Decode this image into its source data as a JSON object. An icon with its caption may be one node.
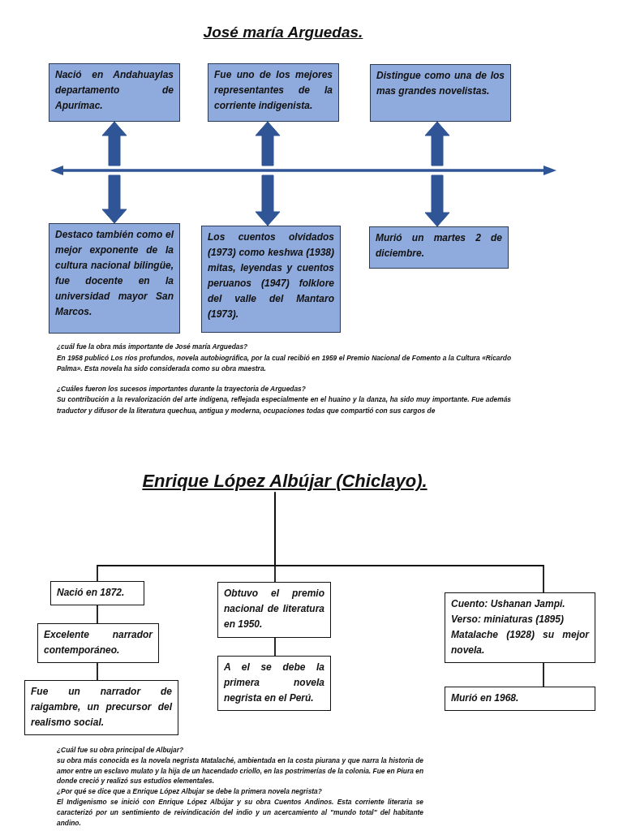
{
  "diagram": {
    "title": "José maría Arguedas.",
    "nodes": [
      {
        "text": [
          "Nació en Andahuaylas departamento de Apurímac."
        ]
      },
      {
        "text": [
          "Fue uno de los mejores representantes de la corriente indigenista."
        ]
      },
      {
        "text": [
          "Distingue como una de los mas grandes novelistas."
        ]
      },
      {
        "text": [],
        "shape": "arrow"
      },
      {
        "text": [
          "Destaco también como el mejor exponente de la cultura nacional bilingüe, fue docente en la universidad mayor San Marcos."
        ]
      },
      {
        "text": [
          "Los cuentos olvidados (1973) como keshwa (1938) mitas, leyendas y cuentos peruanos (1947) folklore del valle del Mantaro (1973)."
        ]
      },
      {
        "text": [
          "Murió un martes 2 de diciembre."
        ]
      },
      {
        "text": [
          "Enrique López Albújar (Chiclayo)."
        ]
      },
      {
        "text": [
          "Nació en 1872."
        ]
      },
      {
        "text": [
          "Excelente narrador contemporáneo."
        ]
      },
      {
        "text": [
          "Fue un narrador de raigambre, un precursor del realismo social."
        ]
      },
      {
        "text": [
          "Obtuvo el premio nacional de literatura en 1950."
        ]
      },
      {
        "text": [
          "A el se debe la primera novela negrista en el Perú."
        ]
      },
      {
        "text": [
          "Cuento: Ushanan Jampi.",
          "Verso: miniaturas (1895)",
          "Matalache (1928) su mejor novela."
        ]
      },
      {
        "text": [
          "Murió en 1968."
        ]
      }
    ],
    "edges": [
      {
        "from": 3,
        "to": 0,
        "arrow": "to",
        "style": "thick",
        "color": "#2f5597"
      },
      {
        "from": 3,
        "to": 1,
        "arrow": "to",
        "style": "thick",
        "color": "#2f5597"
      },
      {
        "from": 3,
        "to": 2,
        "arrow": "to",
        "style": "thick",
        "color": "#2f5597"
      },
      {
        "from": 3,
        "to": 4,
        "arrow": "to",
        "style": "thick",
        "color": "#2f5597"
      },
      {
        "from": 3,
        "to": 5,
        "arrow": "to",
        "style": "thick",
        "color": "#2f5597"
      },
      {
        "from": 3,
        "to": 6,
        "arrow": "to",
        "style": "thick",
        "color": "#2f5597"
      },
      {
        "from": 7,
        "to": 8,
        "arrow": "none"
      },
      {
        "from": 7,
        "to": 11,
        "arrow": "none"
      },
      {
        "from": 7,
        "to": 13,
        "arrow": "none"
      },
      {
        "from": 8,
        "to": 9,
        "arrow": "none"
      },
      {
        "from": 9,
        "to": 10,
        "arrow": "none"
      },
      {
        "from": 11,
        "to": 12,
        "arrow": "none"
      },
      {
        "from": 13,
        "to": 14,
        "arrow": "none"
      }
    ],
    "labels": [
      "¿cuál fue la obra más importante de José maría Arguedas?",
      "En 1958 publicó Los ríos profundos, novela autobiográfica, por la cual recibió en 1959 el Premio Nacional de Fomento a la Cultura «Ricardo Palma». Esta novela ha sido considerada como su obra maestra.",
      "¿Cuáles fueron los sucesos importantes durante la trayectoria de Arguedas?",
      "Su contribución a la revalorización del arte indígena, reflejada especialmente en el huaino y la danza, ha sido muy importante. Fue además traductor y difusor de la literatura quechua, antigua y moderna, ocupaciones todas que compartió con sus cargos de",
      "¿Cuál fue su obra principal de Albujar?",
      "su obra más conocida es la novela negrista Matalaché, ambientada en la costa piurana y que narra la historia de amor entre un esclavo mulato y la hija de un hacendado criollo, en las postrimerías de la colonia. Fue en Piura en donde creció y realizó sus estudios elementales.",
      "¿Por qué se dice que a Enrique López Albujar se debe la primera novela negrista?",
      "El Indigenismo se inició con Enrique López Albújar y su obra Cuentos Andinos. Esta corriente literaria se caracterizó por un sentimiento de reivindicación del indio y un acercamiento al \"mundo total\" del habitante andino."
    ]
  }
}
